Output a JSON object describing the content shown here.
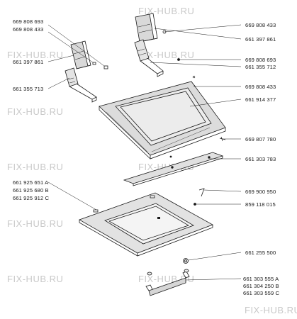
{
  "watermark": "FIX-HUB.RU",
  "parts": {
    "left_hinge_screw_a": "669 808 693",
    "left_hinge_screw_b": "669 808 433",
    "left_hinge_upper": "661 397 861",
    "left_hinge_lower": "661 355 713",
    "right_hinge_screw": "669 808 433",
    "right_hinge_upper": "661 397 861",
    "right_screw_a": "669 808 693",
    "right_hinge_lower": "661 355 712",
    "right_screw_b": "669 808 433",
    "inner_door_panel": "661 914 377",
    "panel_screw": "669 807 780",
    "handle_strip": "661 303 783",
    "outer_glass_a": "661 925 651 A",
    "outer_glass_b": "661 925 680 B",
    "outer_glass_c": "661 925 912 C",
    "clip": "669 900 950",
    "spacer": "859 118 015",
    "bumper": "661 255 500",
    "handle_a": "661 303 555 A",
    "handle_b": "661 304 250 B",
    "handle_c": "661 303 559 C"
  }
}
